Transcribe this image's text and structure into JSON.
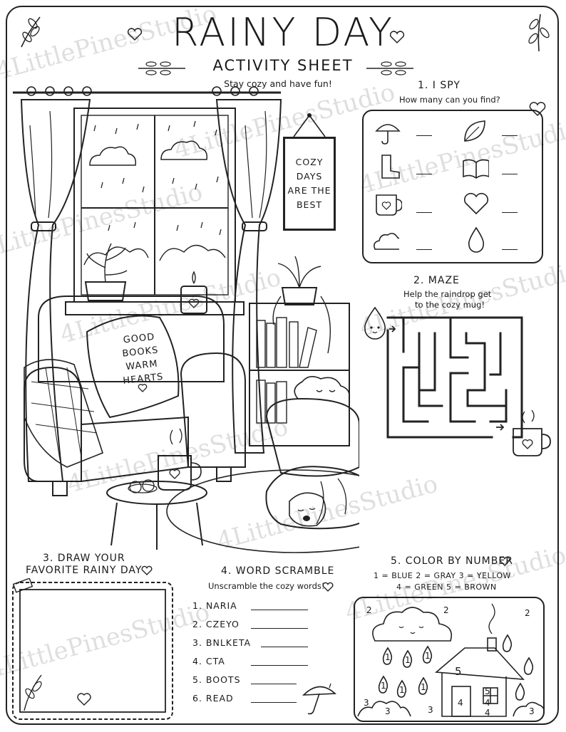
{
  "header": {
    "title": "RAINY DAY",
    "subtitle": "ACTIVITY SHEET",
    "tagline": "Stay cozy and have fun!"
  },
  "scene": {
    "sign_lines": [
      "COZY",
      "DAYS",
      "ARE THE",
      "BEST"
    ],
    "pillow_lines": [
      "GOOD",
      "BOOKS",
      "WARM",
      "HEARTS"
    ]
  },
  "ispy": {
    "title": "1. I SPY",
    "subtitle": "How many can you find?",
    "items": [
      "umbrella-icon",
      "leaf-icon",
      "boot-icon",
      "book-icon",
      "mug-icon",
      "heart-icon",
      "cloud-icon",
      "raindrop-icon"
    ]
  },
  "maze": {
    "title": "2. MAZE",
    "subtitle_line1": "Help the raindrop get",
    "subtitle_line2": "to the cozy mug!"
  },
  "draw": {
    "title_line1": "3. DRAW YOUR",
    "title_line2": "FAVORITE RAINY DAY"
  },
  "scramble": {
    "title": "4. WORD SCRAMBLE",
    "subtitle": "Unscramble the cozy words!",
    "words": [
      "1.  NARIA",
      "2.  CZEYO",
      "3.  BNLKETA",
      "4.  CTA",
      "5.  BOOTS",
      "6.  READ"
    ]
  },
  "color": {
    "title": "5. COLOR BY NUMBER",
    "legend_line1": "1 = BLUE    2 = GRAY    3 = YELLOW",
    "legend_line2": "4 = GREEN    5 = BROWN",
    "numbers": [
      "2",
      "2",
      "2",
      "1",
      "1",
      "1",
      "1",
      "1",
      "1",
      "5",
      "5",
      "4",
      "4",
      "3",
      "3",
      "3",
      "3",
      "4"
    ]
  },
  "watermark": "4LittlePinesStudio"
}
